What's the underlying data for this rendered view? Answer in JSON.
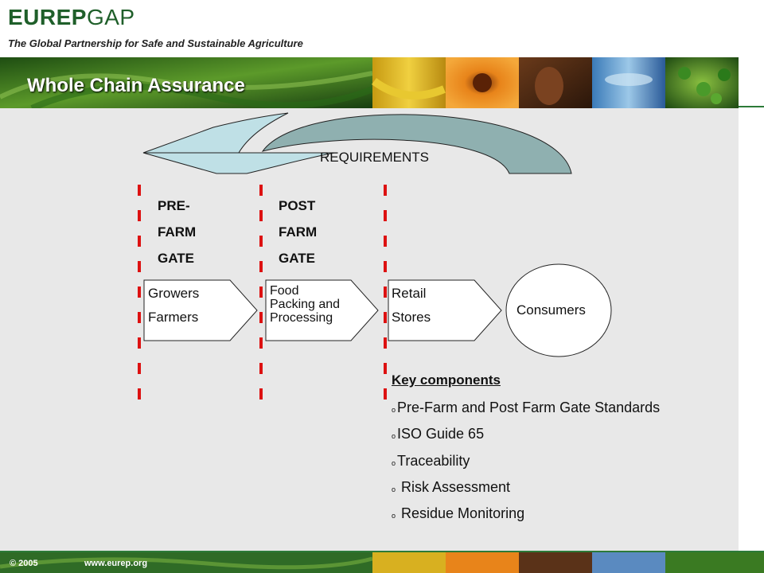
{
  "header": {
    "logo_bold": "EUREP",
    "logo_light": "GAP",
    "tagline": "The Global Partnership for Safe and Sustainable Agriculture",
    "title": "Whole Chain Assurance"
  },
  "diagram": {
    "requirements_label": "REQUIREMENTS",
    "gates": [
      {
        "lines": [
          "PRE-",
          "FARM",
          "GATE"
        ]
      },
      {
        "lines": [
          "POST",
          "FARM",
          "GATE"
        ]
      }
    ],
    "stages": [
      {
        "lines": [
          "Growers",
          "Farmers"
        ]
      },
      {
        "lines": [
          "Food",
          "Packing and",
          "Processing"
        ]
      },
      {
        "lines": [
          "Retail",
          "Stores"
        ]
      }
    ],
    "consumers_label": "Consumers",
    "key_components": {
      "title": "Key components",
      "bullet": "o",
      "items": [
        "Pre-Farm and Post Farm Gate Standards",
        "ISO Guide 65",
        "Traceability",
        " Risk Assessment",
        " Residue Monitoring"
      ]
    }
  },
  "footer": {
    "copyright": "© 2005",
    "website": "www.eurep.org"
  },
  "colors": {
    "brand_green": "#1f5f2a",
    "gate_red": "#dd1111",
    "arrow_light": "#bfe0e6",
    "arrow_dark": "#8fb0b0",
    "content_bg": "#e8e8e8"
  }
}
